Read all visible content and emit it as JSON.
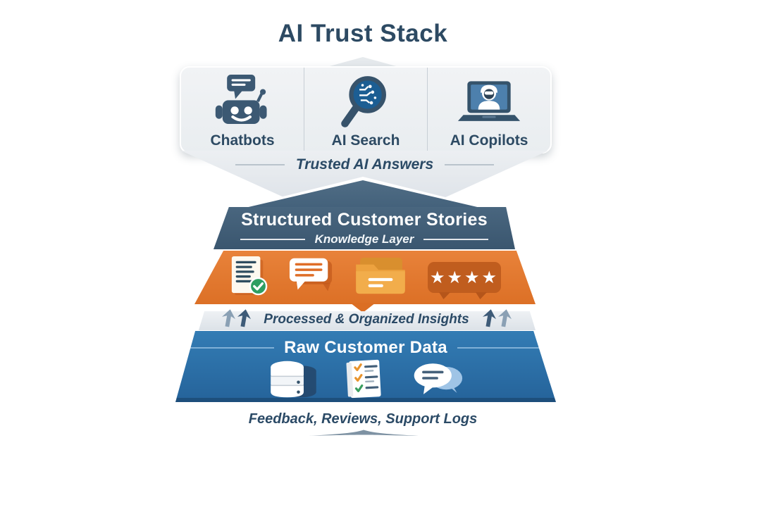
{
  "title": "AI Trust Stack",
  "top_box": {
    "items": [
      {
        "label": "Chatbots",
        "icon": "chatbot-robot-icon"
      },
      {
        "label": "AI Search",
        "icon": "ai-search-icon"
      },
      {
        "label": "AI Copilots",
        "icon": "ai-copilot-icon"
      }
    ]
  },
  "funnel": {
    "label": "Trusted AI Answers"
  },
  "knowledge_band": {
    "title": "Structured Customer Stories",
    "subtitle": "Knowledge Layer",
    "star_rating": "★★★★"
  },
  "insights_strip": {
    "label": "Processed & Organized Insights"
  },
  "raw_band": {
    "title": "Raw Customer Data"
  },
  "footer": {
    "label": "Feedback, Reviews, Support Logs"
  },
  "colors": {
    "heading_text": "#2d4a63",
    "knowledge_band": "#3f5c75",
    "insight_band_orange": "#e0742c",
    "raw_data_band": "#2e74ab",
    "panel_gray": "#eef0f3",
    "accent_green": "#2e9e62"
  }
}
